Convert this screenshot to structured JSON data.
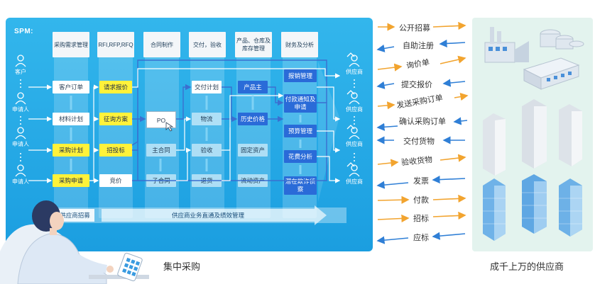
{
  "panel": {
    "title": "SPM:",
    "columns": [
      "采购需求管理",
      "RFI,RFP,RFQ",
      "合同制作",
      "交付，验收",
      "产品、仓库及库存管理",
      "财务及分析"
    ],
    "roles_left": [
      "客户",
      "申请人",
      "申请人",
      "申请人"
    ],
    "roles_right": [
      "供应商",
      "供应商",
      "供应商",
      "供应商"
    ],
    "col1": [
      "客户订单",
      "材料计划",
      "采购计划",
      "采购申请"
    ],
    "col2": [
      "请求报价",
      "征询方案",
      "招投标",
      "竞价"
    ],
    "col3": [
      "PO",
      "主合同",
      "子合同"
    ],
    "col4": [
      "交付计划",
      "物流",
      "验收",
      "退货"
    ],
    "col5": [
      "产品主",
      "历史价格",
      "固定资产",
      "流动资产"
    ],
    "col6": [
      "报销管理",
      "付款通知及申请",
      "预算管理",
      "花费分析",
      "潜在欺诈侦察"
    ],
    "band_left": "供应商招募",
    "band_main": "供应商业务直通及绩效管理"
  },
  "middle_items": [
    "公开招募",
    "自助注册",
    "询价单",
    "提交报价",
    "发送采购订单",
    "确认采购订单",
    "交付货物",
    "验收货物",
    "发票",
    "付款",
    "招标",
    "应标"
  ],
  "labels": {
    "center": "集中采购",
    "right": "成千上万的供应商"
  },
  "colors": {
    "panel": "#1ea4e4",
    "arrow_orange": "#f2a42f",
    "arrow_blue": "#2f7fd6",
    "node_yellow": "#fff23a",
    "node_blue": "#2a6bd8",
    "right_panel": "#e3f3ee"
  }
}
